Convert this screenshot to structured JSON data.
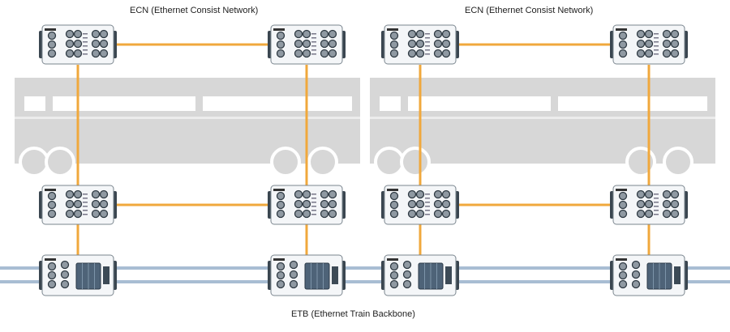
{
  "labels": {
    "ecn_left": "ECN (Ethernet Consist Network)",
    "ecn_right": "ECN (Ethernet Consist Network)",
    "etb": "ETB (Ethernet Train Backbone)"
  },
  "colors": {
    "link": "#f0a83c",
    "backbone": "#a8bdd3",
    "car": "#d7d7d7",
    "car_window": "#ffffff",
    "switch_body": "#f4f6f8",
    "switch_frame": "#3a4650",
    "switch_panel": "#4e6378"
  },
  "icons": {
    "consist_switch": "ethernet-consist-switch-icon",
    "backbone_router": "train-backbone-router-icon",
    "rail_car": "rail-car-silhouette-icon"
  }
}
